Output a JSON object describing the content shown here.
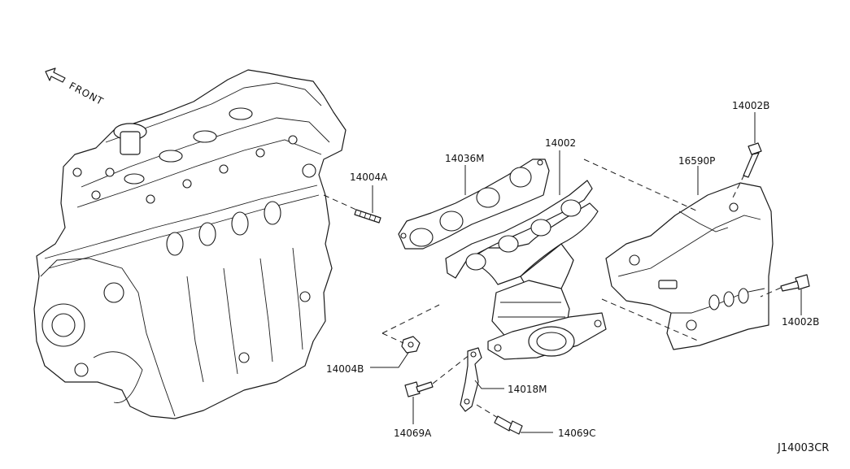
{
  "front_label": "FRONT",
  "diagram_code": "J14003CR",
  "callouts": {
    "p14002B_top": "14002B",
    "p16590P": "16590P",
    "p14002": "14002",
    "p14036M": "14036M",
    "p14004A": "14004A",
    "p14002B_right": "14002B",
    "p14004B": "14004B",
    "p14018M": "14018M",
    "p14069A": "14069A",
    "p14069C": "14069C"
  }
}
